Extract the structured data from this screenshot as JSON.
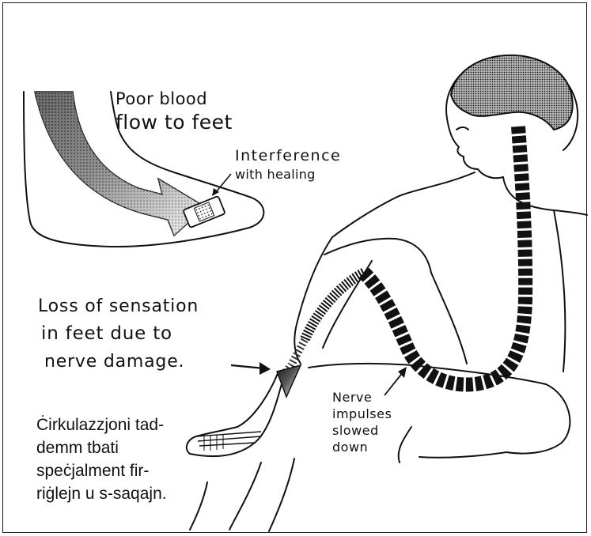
{
  "labels": {
    "poor_blood_line1": "Poor blood",
    "poor_blood_line2": "flow to feet",
    "healing_line1": "Interference",
    "healing_line2": "with healing",
    "loss_line1": "Loss of sensation",
    "loss_line2": "in feet due to",
    "loss_line3": "nerve damage.",
    "nerve_line1": "Nerve",
    "nerve_line2": "impulses",
    "nerve_line3": "slowed",
    "nerve_line4": "down"
  },
  "caption": {
    "line1": "Ċirkulazzjoni tad-",
    "line2": "demm tbati",
    "line3": "speċjalment fir-",
    "line4": "riġlejn u s-saqajn."
  }
}
